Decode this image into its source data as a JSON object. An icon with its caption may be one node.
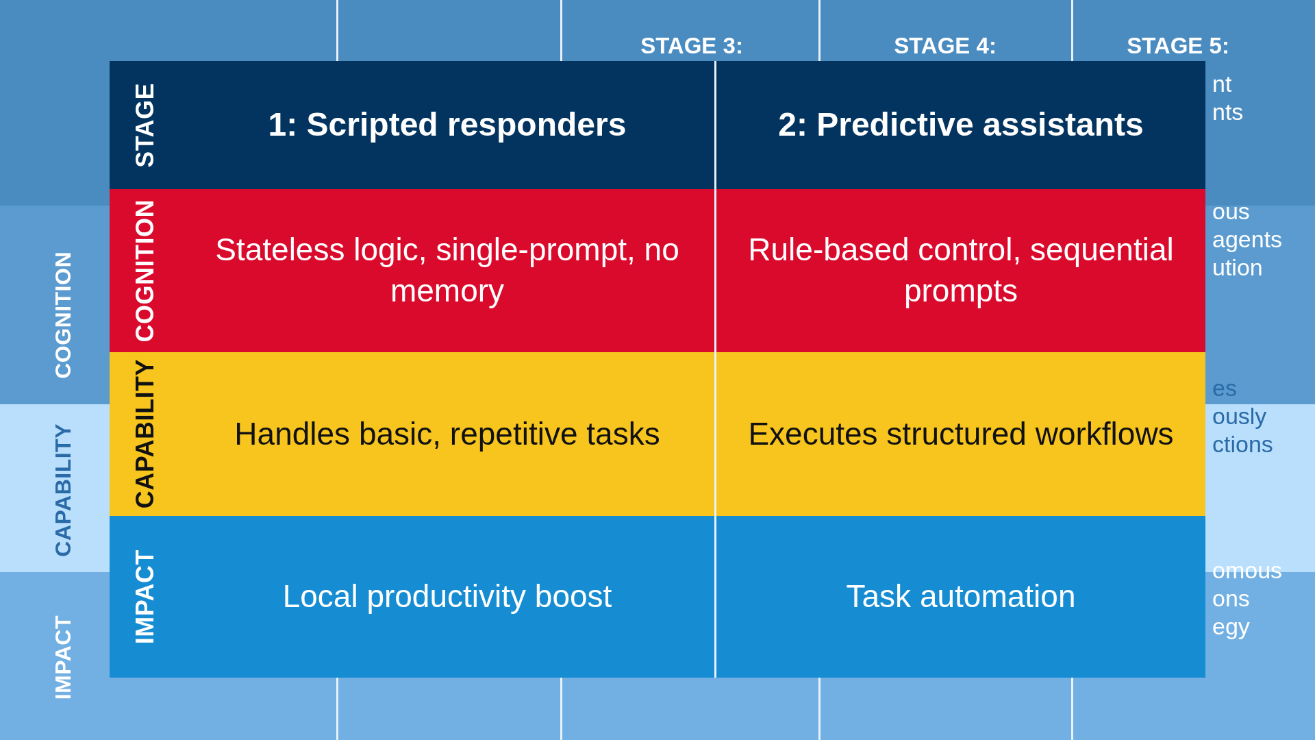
{
  "diagram": {
    "labels": [
      "STAGE 3:",
      "STAGE 4:",
      "STAGE 5:",
      "nt nts",
      "ous agents ution",
      "es ously ctions",
      "omous ons egy",
      "COGNITION",
      "CAPABILITY",
      "IMPACT",
      "STAGE",
      "1: Scripted responders",
      "2: Predictive assistants",
      "COGNITION",
      "Stateless logic, single-prompt, no memory",
      "Rule-based control, sequential prompts",
      "CAPABILITY",
      "Handles basic, repetitive tasks",
      "Executes structured workflows",
      "IMPACT",
      "Local productivity boost",
      "Task automation"
    ]
  }
}
